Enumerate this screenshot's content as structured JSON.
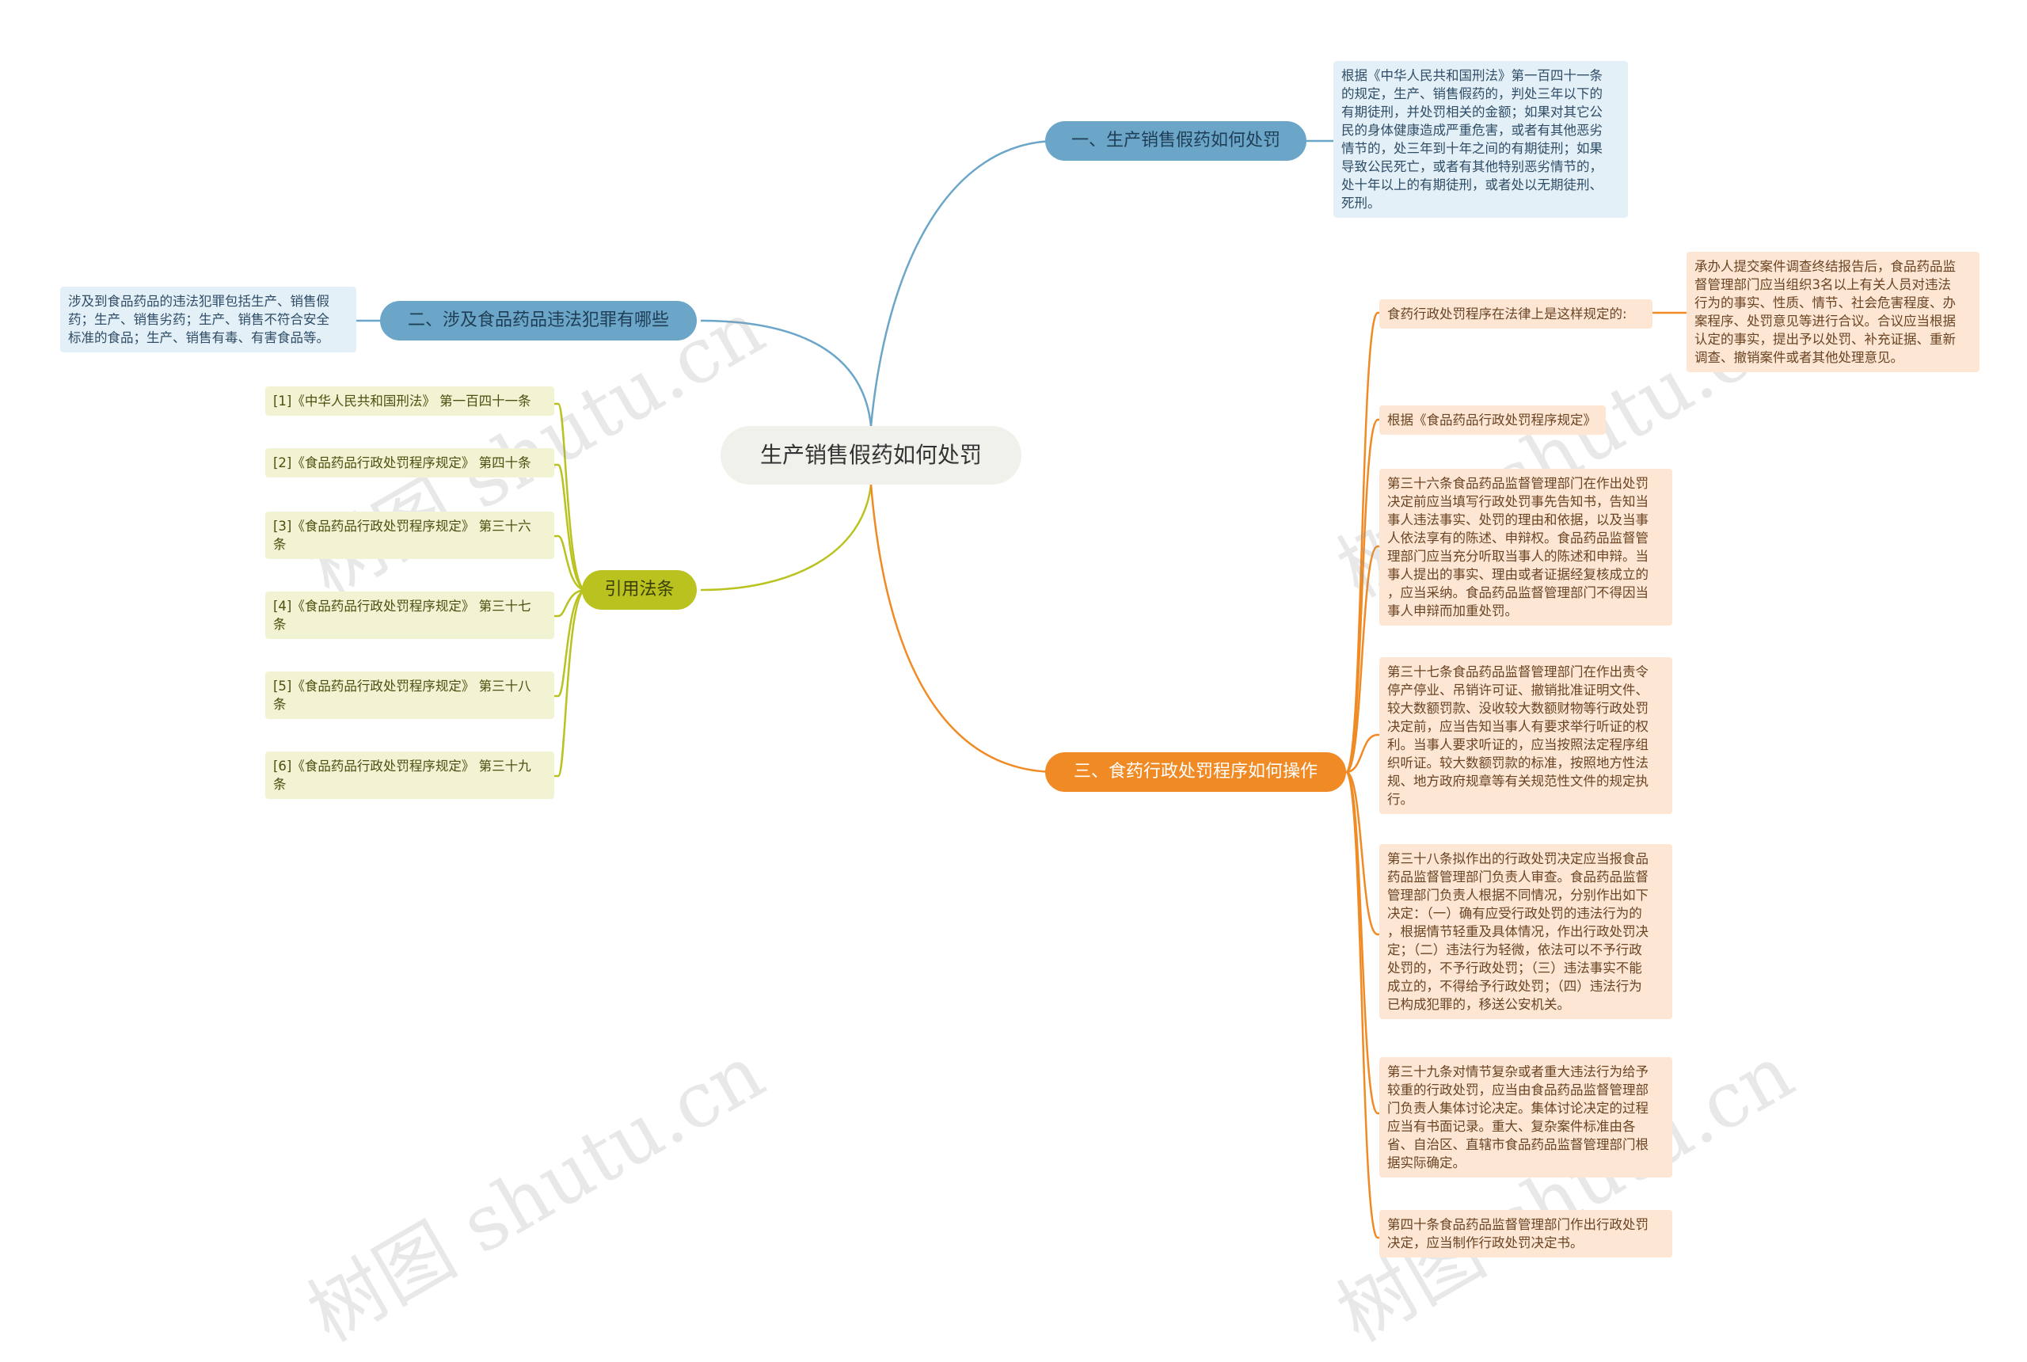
{
  "root": {
    "title": "生产销售假药如何处罚"
  },
  "watermark": "树图 shutu.cn",
  "colors": {
    "blue": "#6ba6c9",
    "olive": "#b9c21e",
    "orange": "#f08a24"
  },
  "branches": {
    "b1": {
      "label": "一、生产销售假药如何处罚",
      "leaf": "根据《中华人民共和国刑法》第一百四十一条\n的规定，生产、销售假药的，判处三年以下的\n有期徒刑，并处罚相关的金额；如果对其它公\n民的身体健康造成严重危害，或者有其他恶劣\n情节的，处三年到十年之间的有期徒刑；如果\n导致公民死亡，或者有其他特别恶劣情节的，\n处十年以上的有期徒刑，或者处以无期徒刑、\n死刑。"
    },
    "b2": {
      "label": "二、涉及食品药品违法犯罪有哪些",
      "leaf": "涉及到食品药品的违法犯罪包括生产、销售假\n药；生产、销售劣药；生产、销售不符合安全\n标准的食品；生产、销售有毒、有害食品等。"
    },
    "b3": {
      "label": "引用法条",
      "leaves": [
        "[1]《中华人民共和国刑法》 第一百四十一条",
        "[2]《食品药品行政处罚程序规定》 第四十条",
        "[3]《食品药品行政处罚程序规定》 第三十六\n条",
        "[4]《食品药品行政处罚程序规定》 第三十七\n条",
        "[5]《食品药品行政处罚程序规定》 第三十八\n条",
        "[6]《食品药品行政处罚程序规定》 第三十九\n条"
      ]
    },
    "b4": {
      "label": "三、食药行政处罚程序如何操作",
      "leaves": [
        "食药行政处罚程序在法律上是这样规定的:",
        "根据《食品药品行政处罚程序规定》",
        "第三十六条食品药品监督管理部门在作出处罚\n决定前应当填写行政处罚事先告知书，告知当\n事人违法事实、处罚的理由和依据，以及当事\n人依法享有的陈述、申辩权。食品药品监督管\n理部门应当充分听取当事人的陈述和申辩。当\n事人提出的事实、理由或者证据经复核成立的\n，应当采纳。食品药品监督管理部门不得因当\n事人申辩而加重处罚。",
        "第三十七条食品药品监督管理部门在作出责令\n停产停业、吊销许可证、撤销批准证明文件、\n较大数额罚款、没收较大数额财物等行政处罚\n决定前，应当告知当事人有要求举行听证的权\n利。当事人要求听证的，应当按照法定程序组\n织听证。较大数额罚款的标准，按照地方性法\n规、地方政府规章等有关规范性文件的规定执\n行。",
        "第三十八条拟作出的行政处罚决定应当报食品\n药品监督管理部门负责人审查。食品药品监督\n管理部门负责人根据不同情况，分别作出如下\n决定：（一）确有应受行政处罚的违法行为的\n，根据情节轻重及具体情况，作出行政处罚决\n定；（二）违法行为轻微，依法可以不予行政\n处罚的，不予行政处罚；（三）违法事实不能\n成立的，不得给予行政处罚；（四）违法行为\n已构成犯罪的，移送公安机关。",
        "第三十九条对情节复杂或者重大违法行为给予\n较重的行政处罚，应当由食品药品监督管理部\n门负责人集体讨论决定。集体讨论决定的过程\n应当有书面记录。重大、复杂案件标准由各\n省、自治区、直辖市食品药品监督管理部门根\n据实际确定。",
        "第四十条食品药品监督管理部门作出行政处罚\n决定，应当制作行政处罚决定书。"
      ],
      "sub_leaf": "承办人提交案件调查终结报告后，食品药品监\n督管理部门应当组织3名以上有关人员对违法\n行为的事实、性质、情节、社会危害程度、办\n案程序、处罚意见等进行合议。合议应当根据\n认定的事实，提出予以处罚、补充证据、重新\n调查、撤销案件或者其他处理意见。"
    }
  }
}
